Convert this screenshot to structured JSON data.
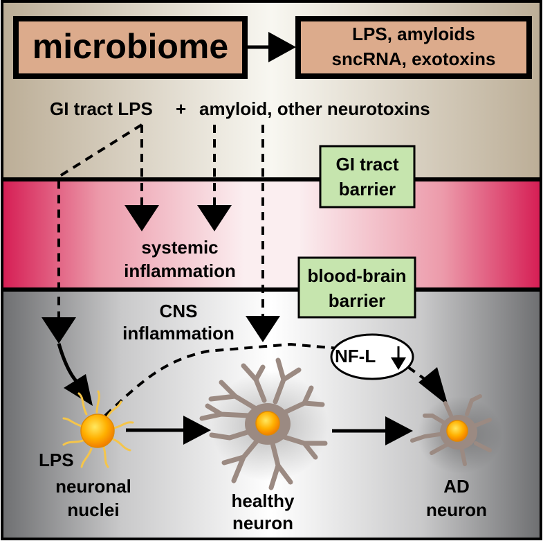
{
  "header": {
    "microbiome": "microbiome",
    "products_line1": "LPS, amyloids",
    "products_line2": "sncRNA, exotoxins",
    "gi_lps": "GI tract LPS",
    "plus": "+",
    "neurotoxins": "amyloid, other neurotoxins"
  },
  "barriers": {
    "gi_line1": "GI tract",
    "gi_line2": "barrier",
    "bbb_line1": "blood-brain",
    "bbb_line2": "barrier"
  },
  "systemic": {
    "line1": "systemic",
    "line2": "inflammation"
  },
  "cns": {
    "line1": "CNS",
    "line2": "inflammation"
  },
  "nfl": {
    "label": "NF-L"
  },
  "cells": {
    "lps": "LPS",
    "nuclei_line1": "neuronal",
    "nuclei_line2": "nuclei",
    "healthy_line1": "healthy",
    "healthy_line2": "neuron",
    "ad_line1": "AD",
    "ad_line2": "neuron"
  },
  "colors": {
    "box_fill": "#dcab8c",
    "barrier_box_fill": "#c6e5ae",
    "top_band_light": "#f8f7f1",
    "top_band_dark": "#bcae97",
    "gut_band_edge": "#d61f55",
    "brain_band_dark": "#6f7072",
    "neuron_body": "#9b8a82",
    "nucleus": "#ffb000",
    "lps_strands": "#f5c54a"
  }
}
